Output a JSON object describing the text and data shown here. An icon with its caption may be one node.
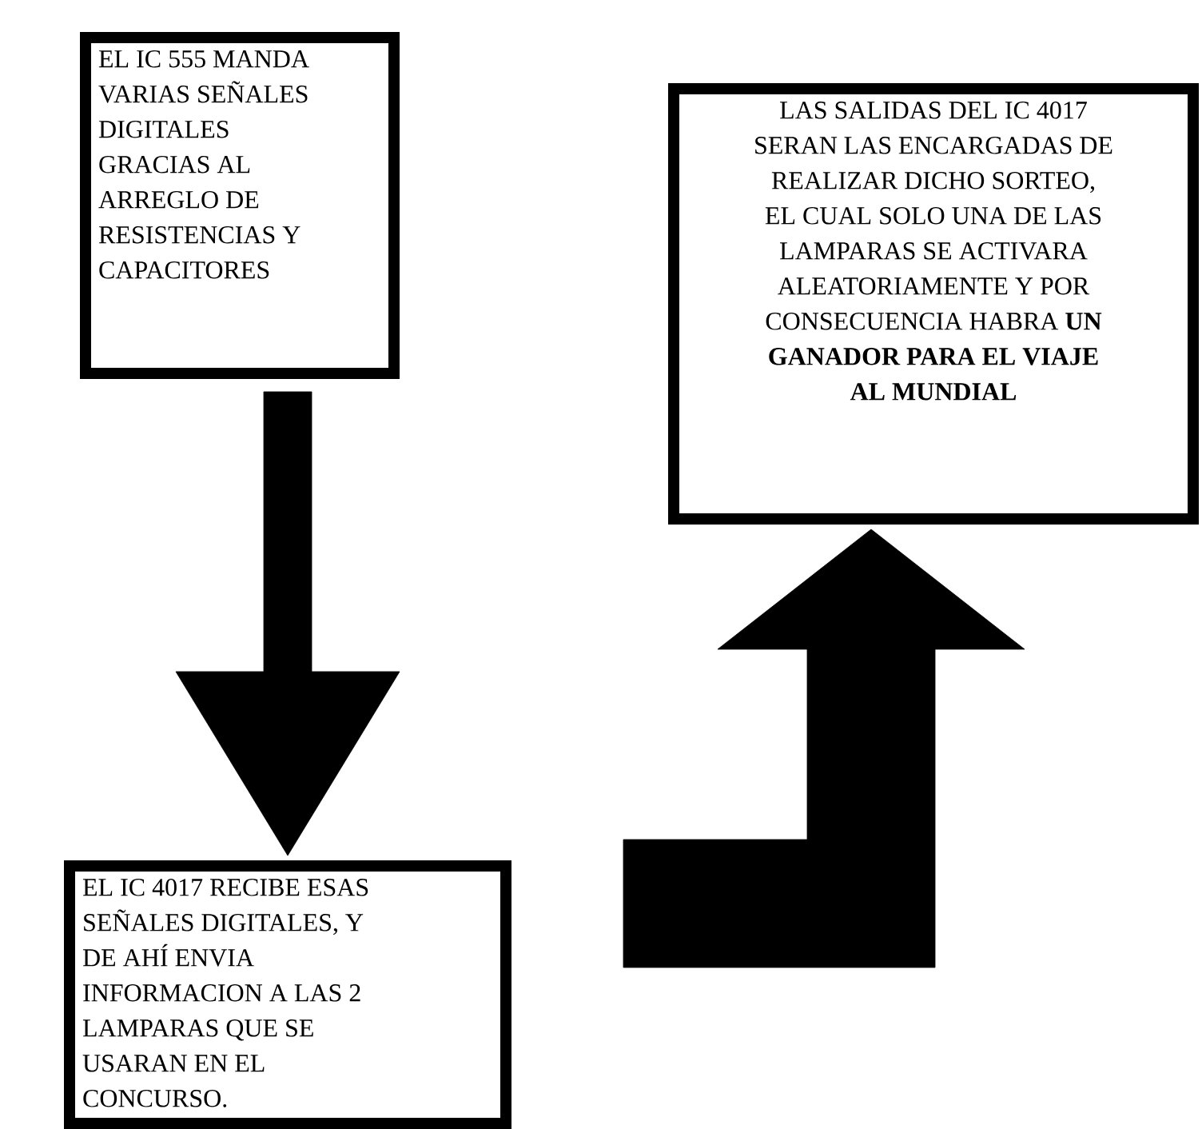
{
  "diagram": {
    "nodes": [
      {
        "text": [
          "EL IC 555 MANDA VARIAS SEÑALES DIGITALES GRACIAS AL ARREGLO DE RESISTENCIAS Y CAPACITORES"
        ]
      },
      {
        "text": [
          "EL IC 4017 RECIBE ESAS SEÑALES DIGITALES, Y DE AHÍ ENVIA INFORMACION A LAS 2 LAMPARAS QUE SE USARAN EN EL CONCURSO."
        ]
      },
      {
        "text": [
          "LAS SALIDAS DEL IC 4017 SERAN LAS ENCARGADAS DE REALIZAR DICHO SORTEO, EL CUAL SOLO UNA DE LAS LAMPARAS  SE ACTIVARA ALEATORIAMENTE  Y POR CONSECUENCIA HABRA **UN GANADOR PARA EL VIAJE AL MUNDIAL**"
        ]
      }
    ],
    "edges": [
      {
        "from": 0,
        "to": 1,
        "arrow": "to"
      },
      {
        "from": 1,
        "to": 2,
        "arrow": "to"
      }
    ]
  }
}
